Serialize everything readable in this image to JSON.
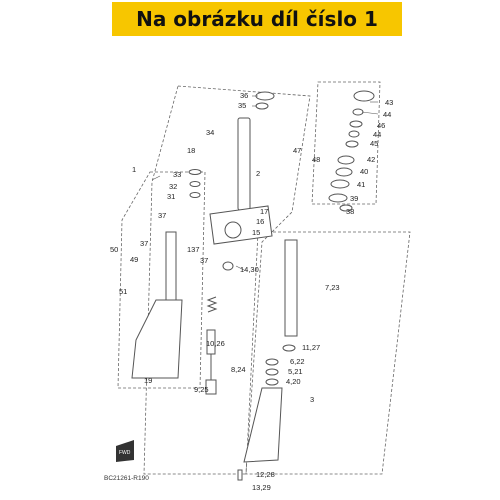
{
  "header": {
    "title": "Na obrázku díl číslo 1"
  },
  "diagram": {
    "code": "BC21261-R190",
    "fwd_label": "FWD",
    "part_labels": [
      "36",
      "35",
      "34",
      "18",
      "33",
      "32",
      "31",
      "1",
      "2",
      "47",
      "48",
      "17",
      "16",
      "15",
      "37",
      "37",
      "37",
      "137",
      "50",
      "49",
      "51",
      "14,30",
      "7,23",
      "10,26",
      "8,24",
      "9,25",
      "19",
      "11,27",
      "6,22",
      "5,21",
      "4,20",
      "3",
      "12,28",
      "13,29",
      "43",
      "44",
      "46",
      "44",
      "45",
      "42",
      "40",
      "41",
      "39",
      "38"
    ]
  },
  "colors": {
    "banner": "#f7c600",
    "line": "#444444",
    "part": "#555555"
  }
}
